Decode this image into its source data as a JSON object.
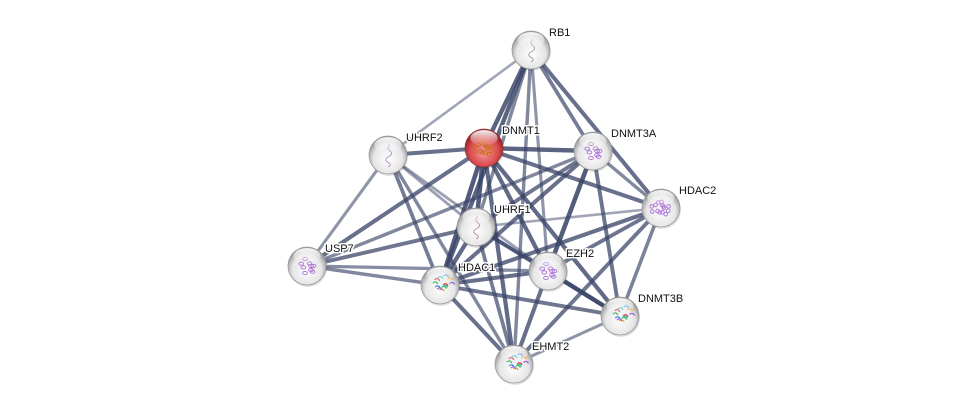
{
  "network": {
    "title": "Protein interaction network",
    "query_protein": "DNMT1",
    "colors": {
      "query_node": "#d9474c",
      "node": "#e8e8e8",
      "edge": "#3a4568",
      "background": "#ffffff"
    },
    "nodes": [
      {
        "id": "RB1",
        "label": "RB1",
        "query": false,
        "structure": "thin-coil",
        "structure_color": "#9aa0a8"
      },
      {
        "id": "DNMT1",
        "label": "DNMT1",
        "query": true,
        "structure": "dense-fold",
        "structure_color": "#d2691e"
      },
      {
        "id": "UHRF2",
        "label": "UHRF2",
        "query": false,
        "structure": "thin-coil",
        "structure_color": "#b48cc8"
      },
      {
        "id": "DNMT3A",
        "label": "DNMT3A",
        "query": false,
        "structure": "helical-fold",
        "structure_color": "#b07ad8"
      },
      {
        "id": "HDAC2",
        "label": "HDAC2",
        "query": false,
        "structure": "dense-fold",
        "structure_color": "#b07ad8"
      },
      {
        "id": "UHRF1",
        "label": "UHRF1",
        "query": false,
        "structure": "thin-coil",
        "structure_color": "#c08898"
      },
      {
        "id": "USP7",
        "label": "USP7",
        "query": false,
        "structure": "helical-fold",
        "structure_color": "#b07ad8"
      },
      {
        "id": "HDAC1",
        "label": "HDAC1",
        "query": false,
        "structure": "rainbow-fold",
        "structure_color": "#40c060"
      },
      {
        "id": "EZH2",
        "label": "EZH2",
        "query": false,
        "structure": "helical-fold",
        "structure_color": "#b07ad8"
      },
      {
        "id": "DNMT3B",
        "label": "DNMT3B",
        "query": false,
        "structure": "rainbow-fold",
        "structure_color": "#40c0c0"
      },
      {
        "id": "EHMT2",
        "label": "EHMT2",
        "query": false,
        "structure": "rainbow-fold",
        "structure_color": "#50a0e0"
      }
    ],
    "edges": [
      {
        "source": "RB1",
        "target": "DNMT1",
        "strength": 0.9
      },
      {
        "source": "RB1",
        "target": "UHRF2",
        "strength": 0.35
      },
      {
        "source": "RB1",
        "target": "DNMT3A",
        "strength": 0.7
      },
      {
        "source": "RB1",
        "target": "HDAC2",
        "strength": 0.8
      },
      {
        "source": "RB1",
        "target": "UHRF1",
        "strength": 0.6
      },
      {
        "source": "RB1",
        "target": "HDAC1",
        "strength": 0.9
      },
      {
        "source": "RB1",
        "target": "EZH2",
        "strength": 0.5
      },
      {
        "source": "RB1",
        "target": "EHMT2",
        "strength": 0.6
      },
      {
        "source": "DNMT1",
        "target": "UHRF2",
        "strength": 0.8
      },
      {
        "source": "DNMT1",
        "target": "DNMT3A",
        "strength": 0.9
      },
      {
        "source": "DNMT1",
        "target": "HDAC2",
        "strength": 0.8
      },
      {
        "source": "DNMT1",
        "target": "UHRF1",
        "strength": 0.95
      },
      {
        "source": "DNMT1",
        "target": "USP7",
        "strength": 0.8
      },
      {
        "source": "DNMT1",
        "target": "HDAC1",
        "strength": 0.95
      },
      {
        "source": "DNMT1",
        "target": "EZH2",
        "strength": 0.85
      },
      {
        "source": "DNMT1",
        "target": "DNMT3B",
        "strength": 0.85
      },
      {
        "source": "DNMT1",
        "target": "EHMT2",
        "strength": 0.85
      },
      {
        "source": "UHRF2",
        "target": "USP7",
        "strength": 0.5
      },
      {
        "source": "UHRF2",
        "target": "UHRF1",
        "strength": 0.4
      },
      {
        "source": "UHRF2",
        "target": "HDAC1",
        "strength": 0.7
      },
      {
        "source": "UHRF2",
        "target": "EZH2",
        "strength": 0.4
      },
      {
        "source": "UHRF2",
        "target": "EHMT2",
        "strength": 0.6
      },
      {
        "source": "DNMT3A",
        "target": "HDAC2",
        "strength": 0.6
      },
      {
        "source": "DNMT3A",
        "target": "UHRF1",
        "strength": 0.75
      },
      {
        "source": "DNMT3A",
        "target": "HDAC1",
        "strength": 0.8
      },
      {
        "source": "DNMT3A",
        "target": "EZH2",
        "strength": 0.95
      },
      {
        "source": "DNMT3A",
        "target": "DNMT3B",
        "strength": 0.75
      },
      {
        "source": "DNMT3A",
        "target": "USP7",
        "strength": 0.6
      },
      {
        "source": "HDAC2",
        "target": "UHRF1",
        "strength": 0.35
      },
      {
        "source": "HDAC2",
        "target": "HDAC1",
        "strength": 0.8
      },
      {
        "source": "HDAC2",
        "target": "EZH2",
        "strength": 0.75
      },
      {
        "source": "HDAC2",
        "target": "DNMT3B",
        "strength": 0.65
      },
      {
        "source": "HDAC2",
        "target": "EHMT2",
        "strength": 0.75
      },
      {
        "source": "UHRF1",
        "target": "USP7",
        "strength": 0.75
      },
      {
        "source": "UHRF1",
        "target": "HDAC1",
        "strength": 0.85
      },
      {
        "source": "UHRF1",
        "target": "EZH2",
        "strength": 0.6
      },
      {
        "source": "UHRF1",
        "target": "DNMT3B",
        "strength": 0.75
      },
      {
        "source": "UHRF1",
        "target": "EHMT2",
        "strength": 0.7
      },
      {
        "source": "USP7",
        "target": "HDAC1",
        "strength": 0.6
      },
      {
        "source": "USP7",
        "target": "EZH2",
        "strength": 0.55
      },
      {
        "source": "HDAC1",
        "target": "EZH2",
        "strength": 0.8
      },
      {
        "source": "HDAC1",
        "target": "DNMT3B",
        "strength": 0.75
      },
      {
        "source": "HDAC1",
        "target": "EHMT2",
        "strength": 0.8
      },
      {
        "source": "EZH2",
        "target": "DNMT3B",
        "strength": 0.95
      },
      {
        "source": "EZH2",
        "target": "EHMT2",
        "strength": 0.8
      },
      {
        "source": "DNMT3B",
        "target": "EHMT2",
        "strength": 0.5
      }
    ]
  }
}
